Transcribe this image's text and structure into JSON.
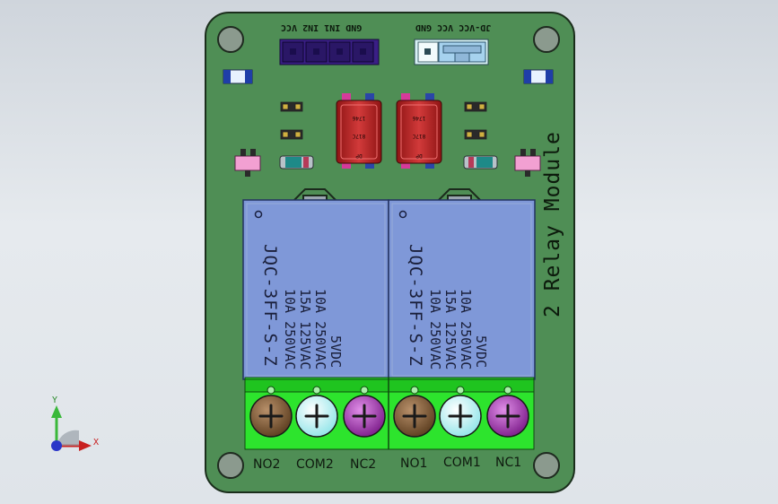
{
  "board": {
    "title": "2 Relay Module",
    "colors": {
      "pcb": "#4f8e55",
      "relay": "#7f98d8",
      "terminal": "#2de42d"
    }
  },
  "headers": {
    "input_label": "GND IN1 IN2 VCC",
    "power_label": "JD-VCC VCC GND"
  },
  "relays": [
    {
      "model": "JQC-3FF-S-Z",
      "specs": [
        "5VDC",
        "10A 250VAC",
        "15A 125VAC",
        "10A 250VAC"
      ]
    },
    {
      "model": "JQC-3FF-S-Z",
      "specs": [
        "5VDC",
        "10A 250VAC",
        "15A 125VAC",
        "10A 250VAC"
      ]
    }
  ],
  "optocouplers": [
    {
      "top": "1746",
      "mid": "817C",
      "bot": "DP"
    },
    {
      "top": "1746",
      "mid": "817C",
      "bot": "DP"
    }
  ],
  "terminals": [
    "NO2",
    "COM2",
    "NC2",
    "NO1",
    "COM1",
    "NC1"
  ],
  "axis": {
    "y": "Y",
    "x": "X"
  }
}
